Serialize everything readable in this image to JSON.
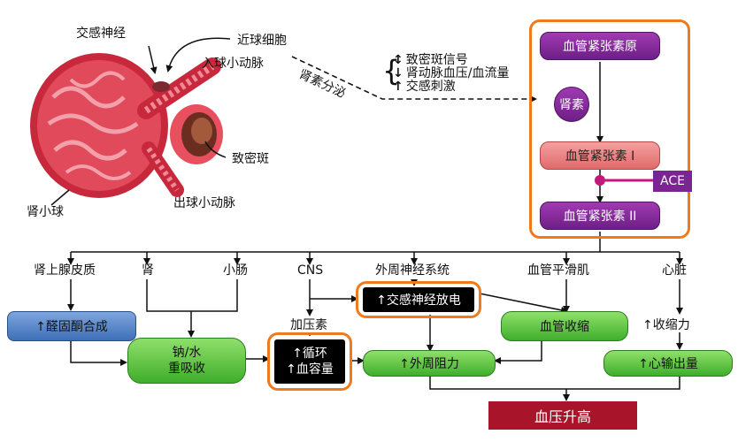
{
  "anatomy": {
    "sympathetic_nerve": "交感神经",
    "jg_cells": "近球细胞",
    "afferent_arteriole": "入球小动脉",
    "macula_densa": "致密斑",
    "efferent_arteriole": "出球小动脉",
    "glomerulus": "肾小球"
  },
  "renin_secretion": {
    "label": "肾素分泌",
    "stimuli": [
      {
        "arrow": "↕",
        "text": "致密斑信号"
      },
      {
        "arrow": "↓",
        "text": "肾动脉血压/血流量"
      },
      {
        "arrow": "↑",
        "text": "交感刺激"
      }
    ]
  },
  "raas": {
    "angiotensinogen": "血管紧张素原",
    "renin": "肾素",
    "angiotensin1": "血管紧张素 I",
    "ace": "ACE",
    "angiotensin2": "血管紧张素 II"
  },
  "targets": {
    "adrenal_cortex": "肾上腺皮质",
    "kidney": "肾",
    "intestine": "小肠",
    "cns": "CNS",
    "peripheral_ns": "外周神经系统",
    "vascular_smooth_muscle": "血管平滑肌",
    "heart": "心脏"
  },
  "effects": {
    "aldosterone": "↑醛固酮合成",
    "sodium_water": [
      "钠/水",
      "重吸收"
    ],
    "vasopressin": "加压素",
    "circulation": [
      "↑循环",
      "↑血容量"
    ],
    "sympathetic_discharge": "↑交感神经放电",
    "peripheral_resistance": "↑外周阻力",
    "vasoconstriction": "血管收缩",
    "contractility": "↑收缩力",
    "cardiac_output": "↑心输出量",
    "bp_rise": "血压升高"
  },
  "colors": {
    "orange": "#ef7a1d",
    "purple": "#7a2590",
    "green": "#4cb83a",
    "blue": "#4a7cc4",
    "dark_red": "#a8142a",
    "ace_magenta": "#c2187a"
  }
}
